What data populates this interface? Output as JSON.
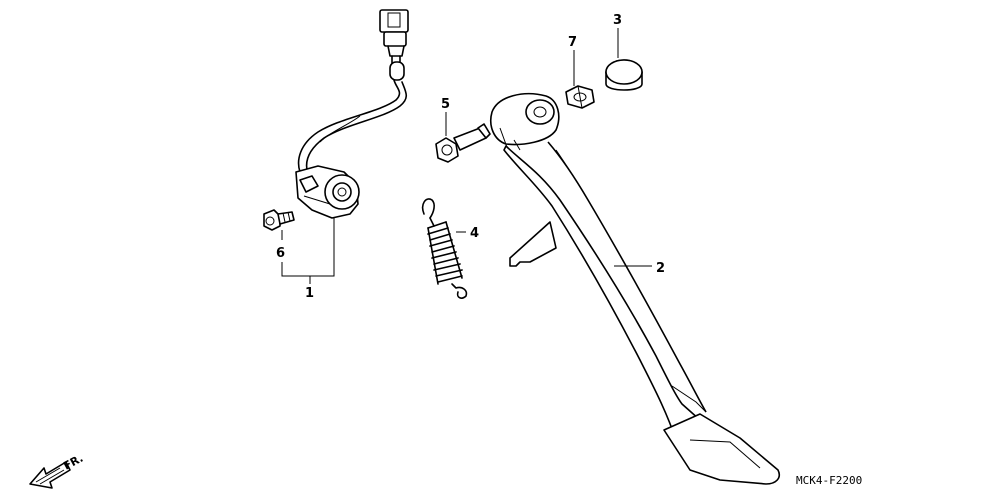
{
  "callouts": {
    "c1": "1",
    "c2": "2",
    "c3": "3",
    "c4": "4",
    "c5": "5",
    "c6": "6",
    "c7": "7"
  },
  "direction_label": "FR.",
  "diagram_code": "MCK4-F2200"
}
